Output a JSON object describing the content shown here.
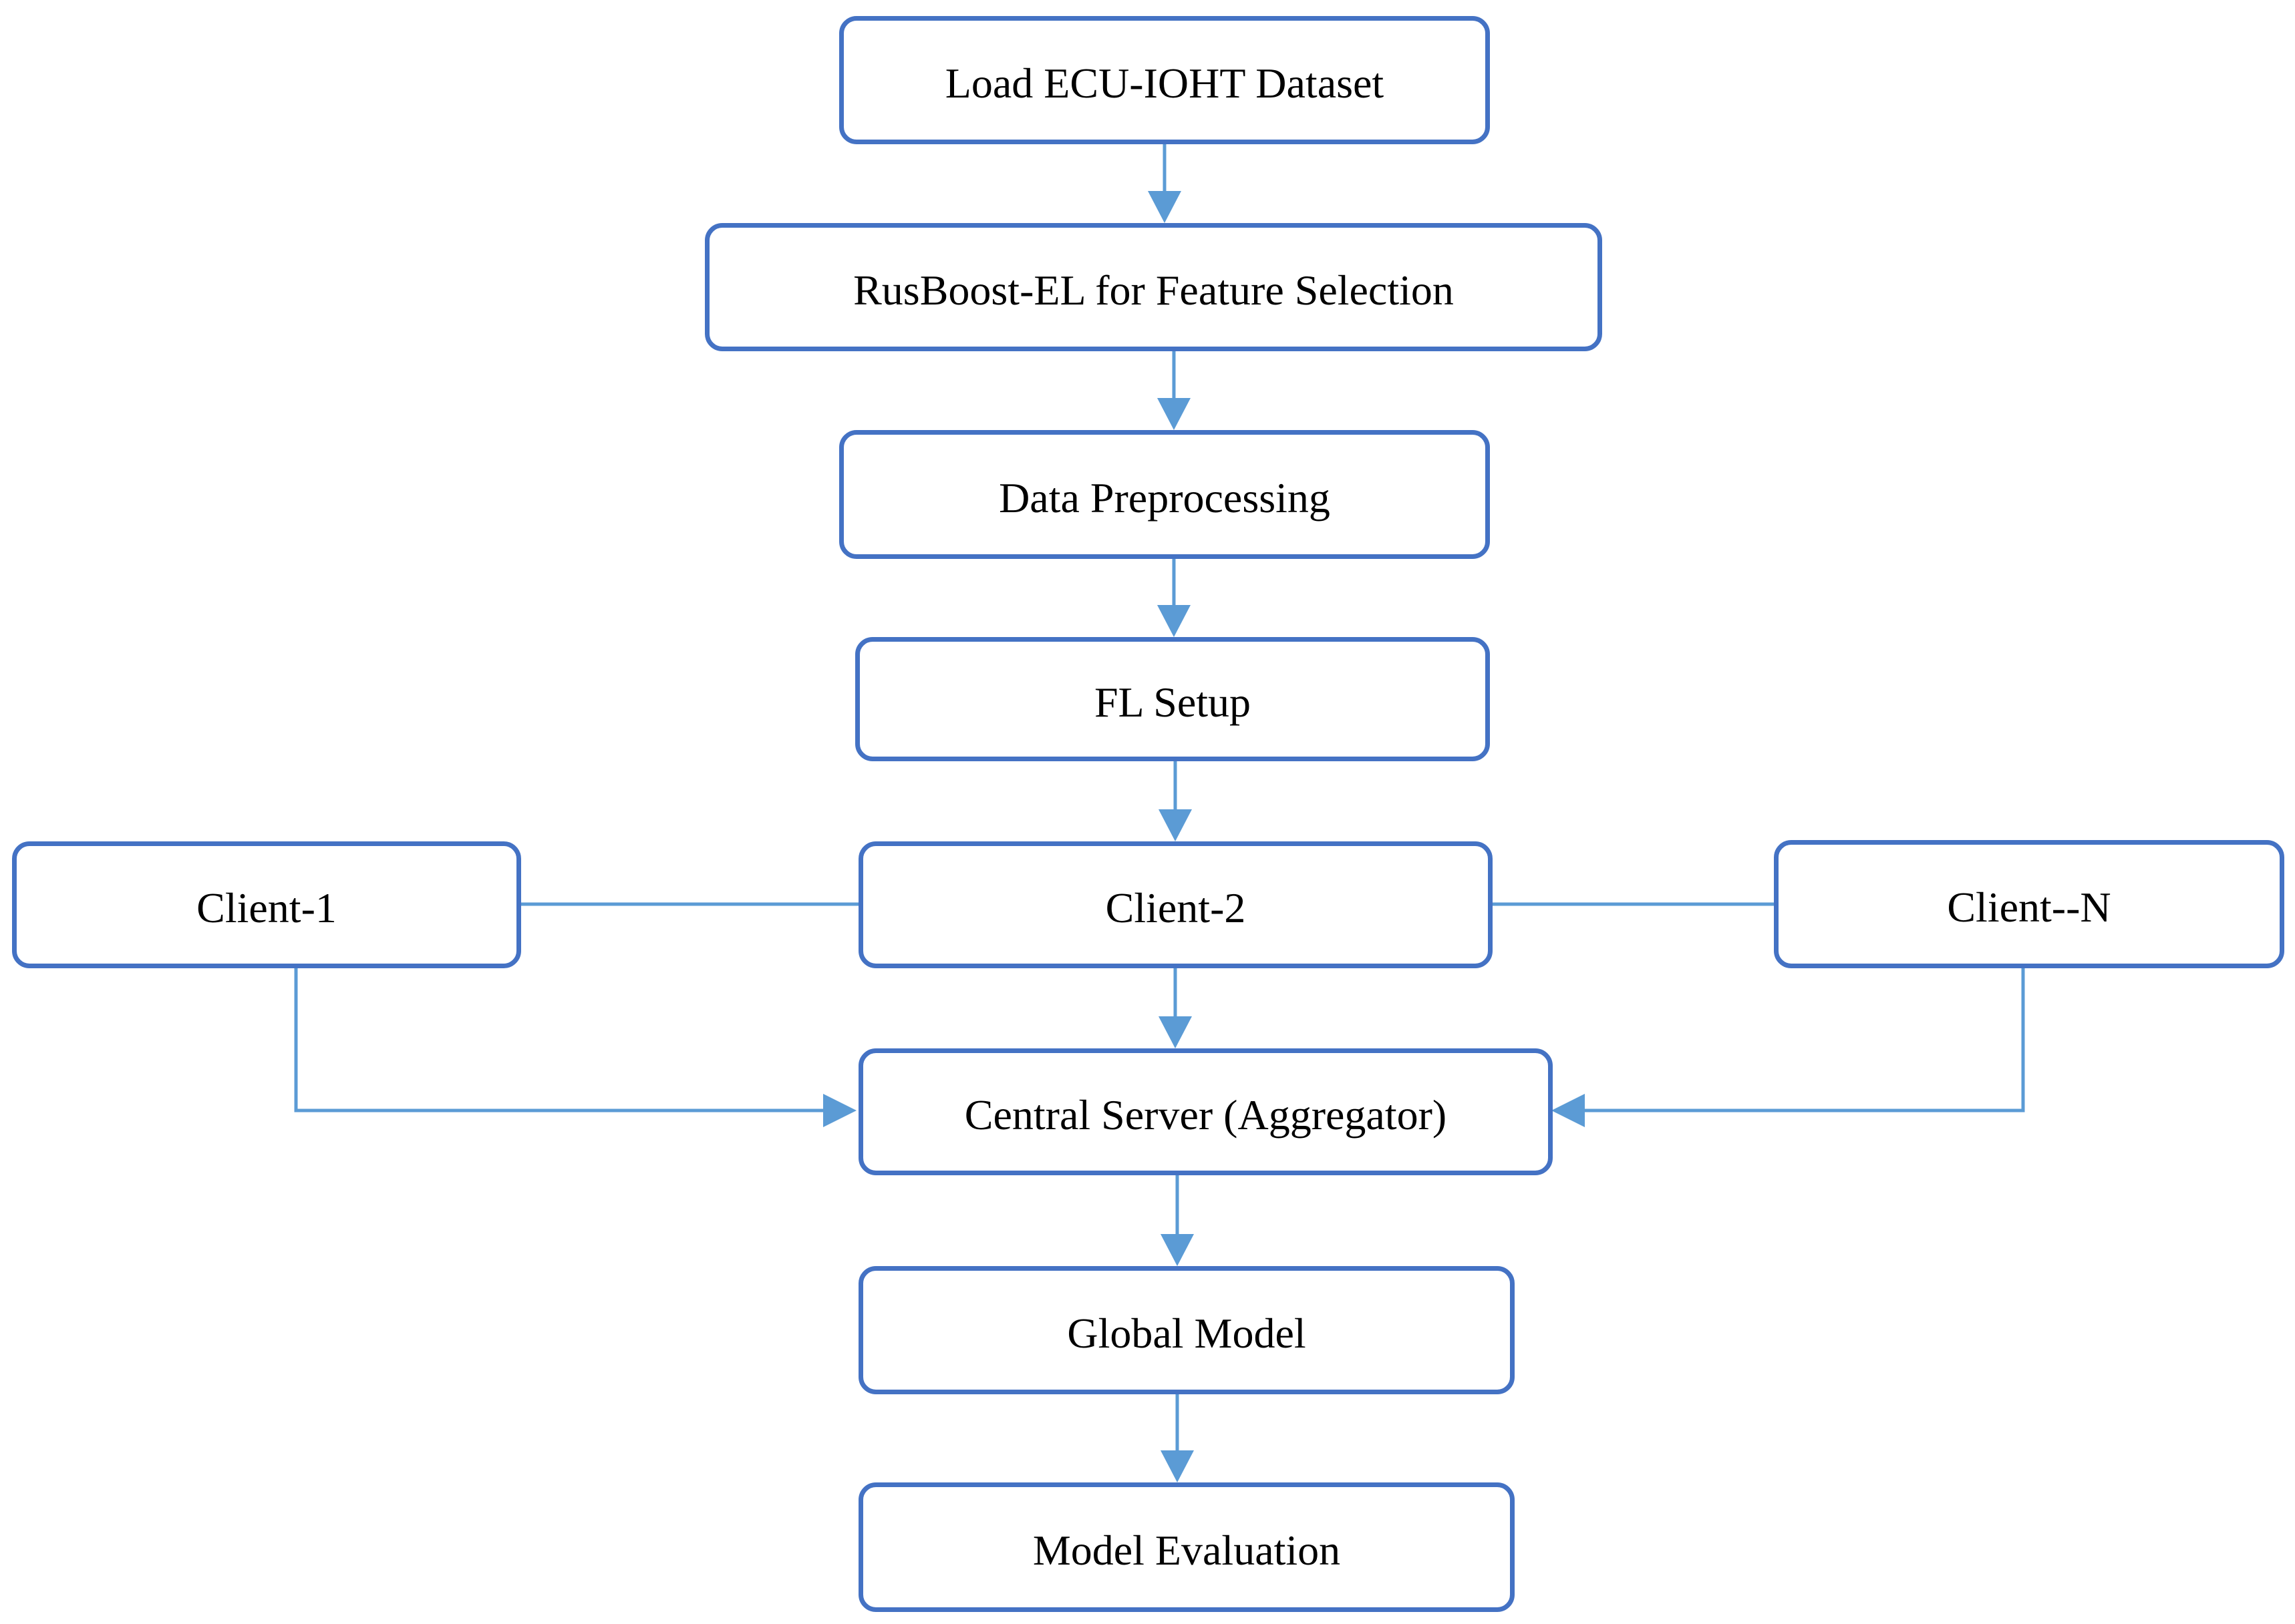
{
  "diagram": {
    "colors": {
      "box_border": "#4472C4",
      "connector": "#5B9BD5",
      "text": "#000000",
      "background": "#ffffff"
    },
    "nodes": {
      "load_dataset": "Load ECU-IOHT Dataset",
      "feature_selection": "RusBoost-EL for Feature Selection",
      "preprocessing": "Data Preprocessing",
      "fl_setup": "FL Setup",
      "client_1": "Client-1",
      "client_2": "Client-2",
      "client_n": "Client--N",
      "central_server": "Central Server (Aggregator)",
      "global_model": "Global Model",
      "model_evaluation": "Model Evaluation"
    },
    "edges": [
      {
        "from": "load_dataset",
        "to": "feature_selection"
      },
      {
        "from": "feature_selection",
        "to": "preprocessing"
      },
      {
        "from": "preprocessing",
        "to": "fl_setup"
      },
      {
        "from": "fl_setup",
        "to": "client_2"
      },
      {
        "from": "client_1",
        "to": "client_2",
        "style": "line"
      },
      {
        "from": "client_2",
        "to": "client_n",
        "style": "line"
      },
      {
        "from": "client_2",
        "to": "central_server"
      },
      {
        "from": "client_1",
        "to": "central_server"
      },
      {
        "from": "client_n",
        "to": "central_server"
      },
      {
        "from": "central_server",
        "to": "global_model"
      },
      {
        "from": "global_model",
        "to": "model_evaluation"
      }
    ]
  }
}
